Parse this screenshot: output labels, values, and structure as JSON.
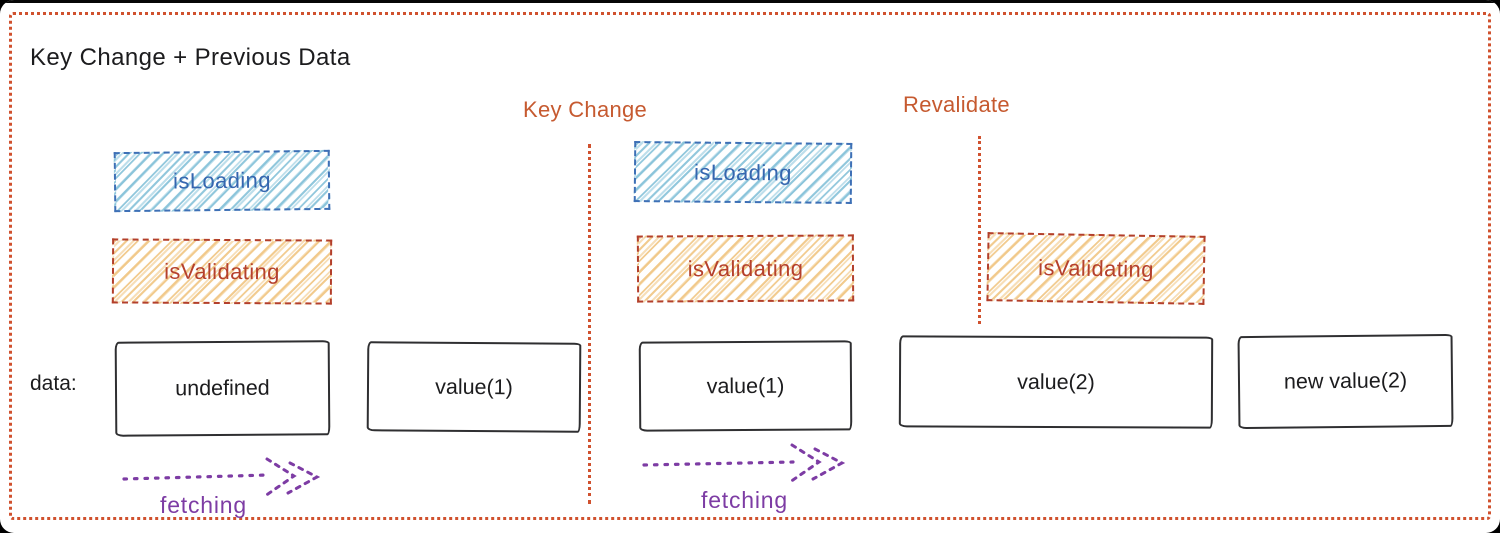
{
  "title": "Key Change + Previous Data",
  "data_row_label": "data:",
  "phase_markers": [
    {
      "label": "Key Change"
    },
    {
      "label": "Revalidate"
    }
  ],
  "phases": [
    {
      "badges": [
        {
          "label": "isLoading",
          "kind": "loading"
        },
        {
          "label": "isValidating",
          "kind": "validating"
        }
      ],
      "data_boxes": [
        {
          "value": "undefined"
        },
        {
          "value": "value(1)"
        }
      ],
      "arrow": {
        "label": "fetching"
      }
    },
    {
      "badges": [
        {
          "label": "isLoading",
          "kind": "loading"
        },
        {
          "label": "isValidating",
          "kind": "validating"
        }
      ],
      "data_boxes": [
        {
          "value": "value(1)"
        }
      ],
      "arrow": {
        "label": "fetching"
      }
    },
    {
      "badges": [
        {
          "label": "isValidating",
          "kind": "validating"
        }
      ],
      "data_boxes": [
        {
          "value": "value(2)"
        },
        {
          "value": "new value(2)"
        }
      ]
    }
  ],
  "colors": {
    "frame_border": "#d0512e",
    "marker_text": "#c65a30",
    "loading_text": "#3566af",
    "loading_border": "#3e70b6",
    "loading_hatch": "#a6d3e4",
    "validating_text": "#b5402c",
    "validating_border": "#b33f2b",
    "validating_hatch": "#f1c88c",
    "fetch_arrow": "#7d3ca4",
    "box_border": "#2f2f31",
    "title_text": "#1c1c1e"
  }
}
